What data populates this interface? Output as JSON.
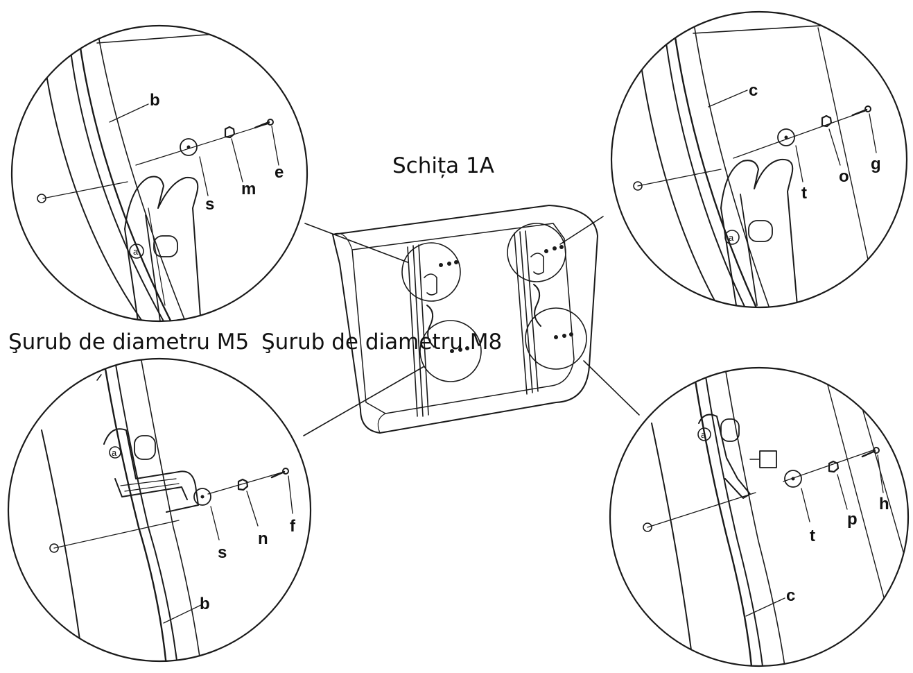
{
  "title": "Schița 1A",
  "screw_labels": {
    "m5": "Şurub de diametru M5",
    "m8": "Şurub de diametru M8"
  },
  "details": {
    "top_left": {
      "panel": "b",
      "bracket": "a",
      "washer": "s",
      "nut": "m",
      "bolt": "e"
    },
    "top_right": {
      "panel": "c",
      "bracket": "a",
      "washer": "t",
      "nut": "o",
      "bolt": "g"
    },
    "bottom_left": {
      "panel": "b",
      "bracket": "a",
      "washer": "s",
      "nut": "n",
      "bolt": "f"
    },
    "bottom_right": {
      "panel": "c",
      "bracket": "a",
      "washer": "t",
      "nut": "p",
      "bolt": "h"
    }
  },
  "colors": {
    "ink": "#1a1a1a",
    "background": "#ffffff"
  }
}
